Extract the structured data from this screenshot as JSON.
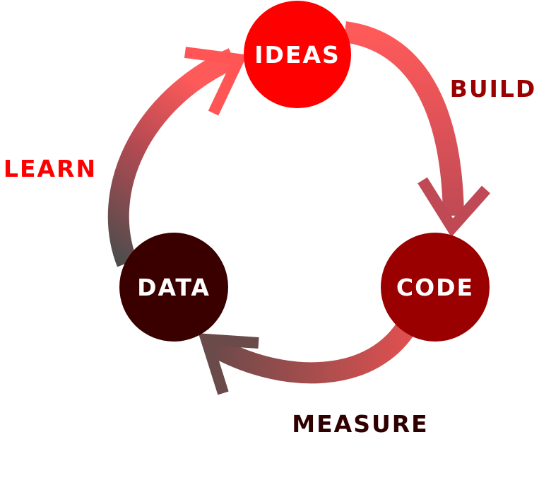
{
  "nodes": {
    "ideas": "IDEAS",
    "code": "CODE",
    "data": "DATA"
  },
  "edges": {
    "build": "BUILD",
    "measure": "MEASURE",
    "learn": "LEARN"
  },
  "colors": {
    "ideas_fill": "#ff0000",
    "code_fill": "#9a0000",
    "data_fill": "#3a0000",
    "build_label": "#990000",
    "measure_label": "#2e0000",
    "learn_label": "#ff0000",
    "arrow_light": "#ff5555",
    "arrow_mid": "#b84a4a",
    "arrow_dark": "#4d4d4d"
  }
}
